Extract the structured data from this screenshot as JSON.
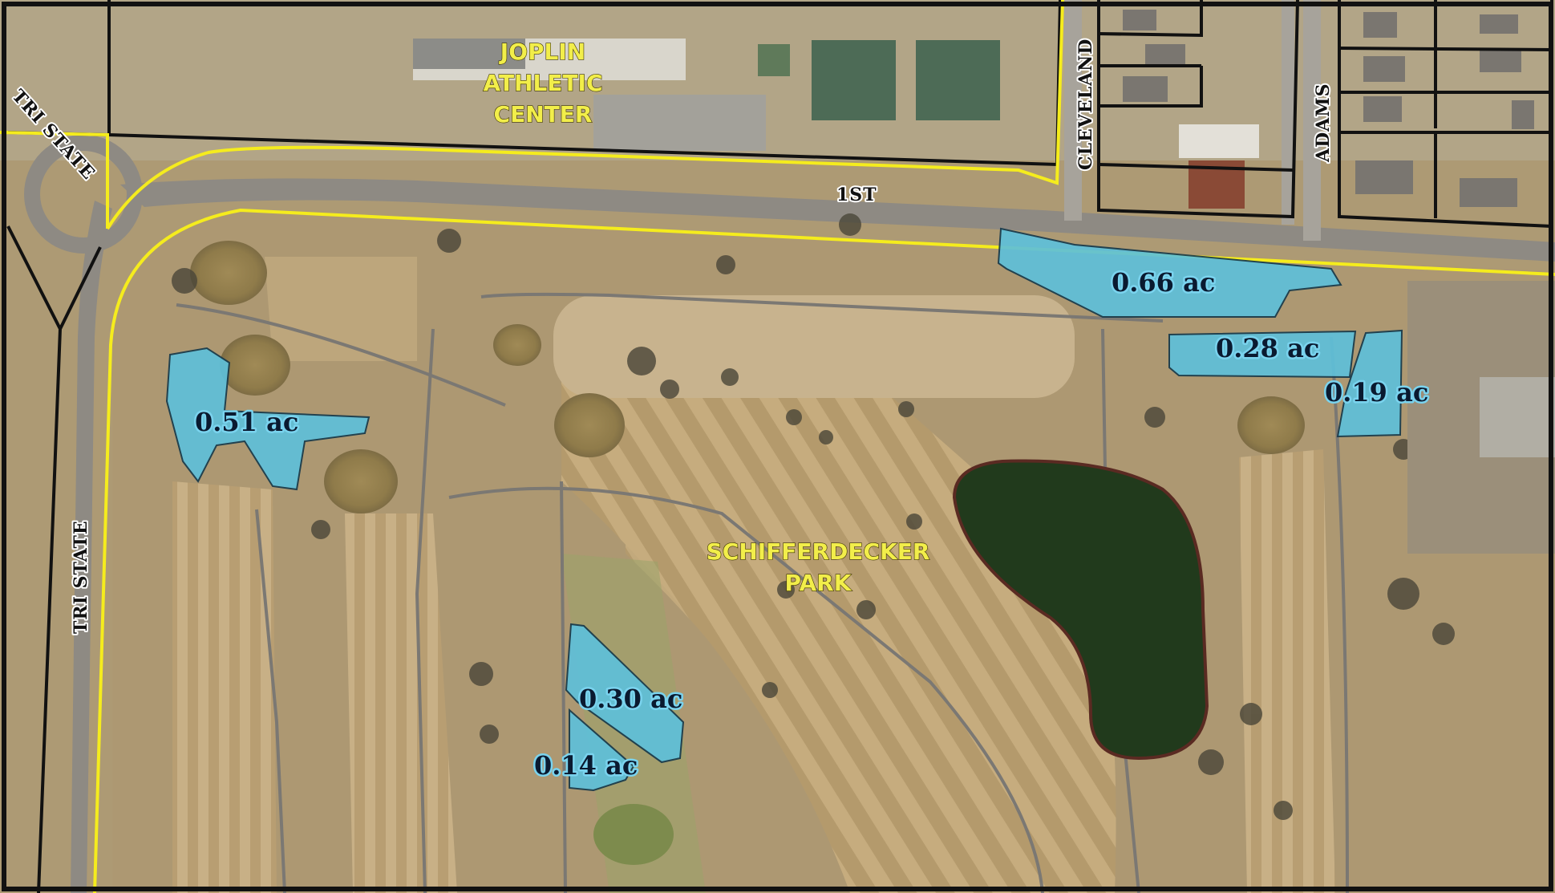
{
  "map": {
    "colors": {
      "parcel_fill": "#5ec0da",
      "park_boundary": "#f5ec1d",
      "parcel_line": "#111111",
      "pond": "#213a1c",
      "grass": "#b39e76"
    },
    "streets": {
      "tri_state_north": "TRI STATE",
      "tri_state_south": "TRI STATE",
      "first": "1ST",
      "cleveland": "CLEVELAND",
      "adams": "ADAMS"
    },
    "places": {
      "athletic_center": [
        "JOPLIN",
        "ATHLETIC",
        "CENTER"
      ],
      "park": [
        "SCHIFFERDECKER",
        "PARK"
      ]
    },
    "areas": [
      {
        "id": "a066",
        "label": "0.66 ac"
      },
      {
        "id": "a028",
        "label": "0.28 ac"
      },
      {
        "id": "a019",
        "label": "0.19 ac"
      },
      {
        "id": "a051",
        "label": "0.51 ac"
      },
      {
        "id": "a030",
        "label": "0.30 ac"
      },
      {
        "id": "a014",
        "label": "0.14 ac"
      }
    ]
  }
}
